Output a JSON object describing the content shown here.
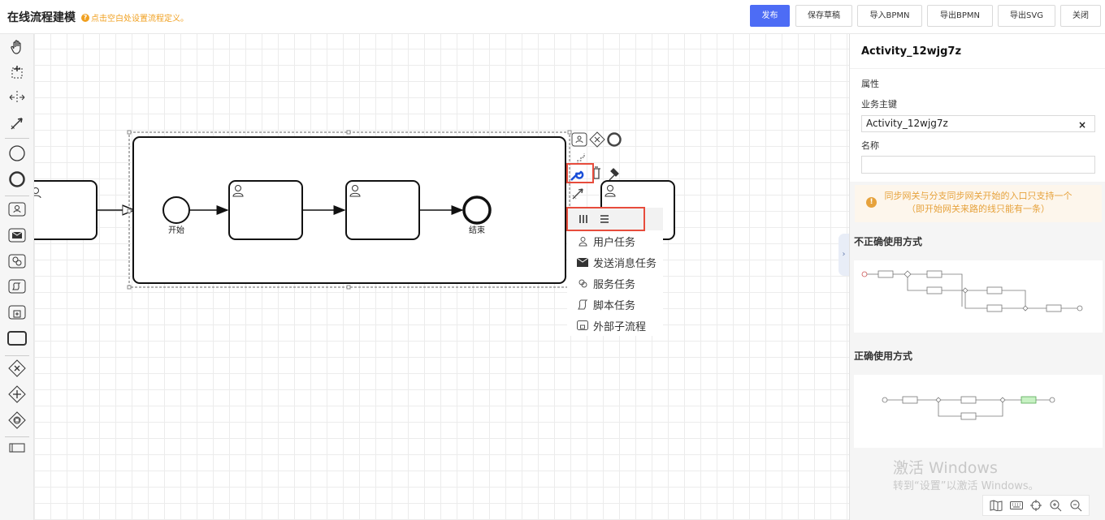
{
  "header": {
    "title": "在线流程建模",
    "hint": "点击空白处设置流程定义。",
    "buttons": {
      "publish": "发布",
      "save_draft": "保存草稿",
      "import_bpmn": "导入BPMN",
      "export_bpmn": "导出BPMN",
      "export_svg": "导出SVG",
      "close": "关闭"
    }
  },
  "palette": {
    "tools": [
      "hand-tool-icon",
      "lasso-tool-icon",
      "space-tool-icon",
      "connect-tool-icon",
      "start-event-icon",
      "end-event-icon",
      "user-task-icon",
      "send-task-icon",
      "service-task-icon",
      "script-task-icon",
      "subprocess-icon",
      "task-icon",
      "exclusive-gateway-icon",
      "parallel-gateway-icon",
      "event-gateway-icon",
      "pool-icon"
    ]
  },
  "diagram": {
    "start_label": "开始",
    "end_label": "结束"
  },
  "context_menu": {
    "items": [
      {
        "label": "用户任务",
        "icon": "user-task-icon"
      },
      {
        "label": "发送消息任务",
        "icon": "send-task-icon"
      },
      {
        "label": "服务任务",
        "icon": "service-task-icon"
      },
      {
        "label": "脚本任务",
        "icon": "script-task-icon"
      },
      {
        "label": "外部子流程",
        "icon": "subprocess-icon"
      }
    ]
  },
  "panel": {
    "title": "Activity_12wjg7z",
    "section": "属性",
    "business_key_label": "业务主键",
    "business_key_value": "Activity_12wjg7z",
    "name_label": "名称",
    "name_value": "",
    "warning_line1": "同步网关与分支同步网关开始的入口只支持一个",
    "warning_line2": "（即开始网关来路的线只能有一条）",
    "wrong_usage": "不正确使用方式",
    "correct_usage": "正确使用方式"
  },
  "watermark": {
    "line1": "激活 Windows",
    "line2": "转到“设置”以激活 Windows。"
  },
  "colors": {
    "primary": "#4d6cf5",
    "warning": "#e6a23c",
    "highlight": "#e74c3c"
  }
}
